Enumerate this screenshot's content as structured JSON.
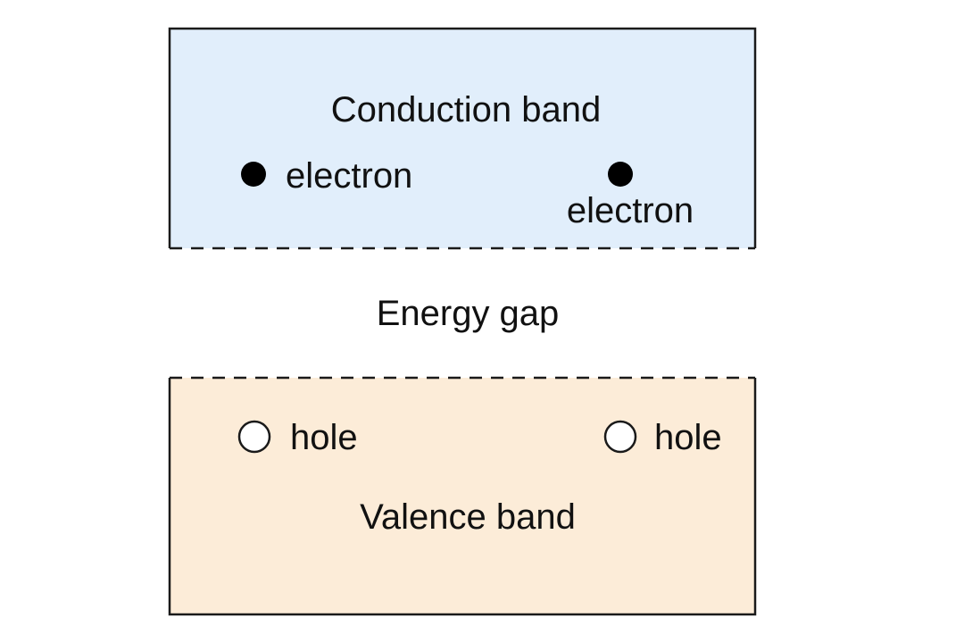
{
  "colors": {
    "conduction_fill": "#e1eefb",
    "valence_fill": "#fcecd8",
    "stroke": "#1a1a1a",
    "electron": "#000000",
    "hole_fill": "#ffffff"
  },
  "conduction_band": {
    "title": "Conduction band",
    "electrons": [
      {
        "label": "electron"
      },
      {
        "label": "electron"
      }
    ]
  },
  "energy_gap": {
    "label": "Energy gap"
  },
  "valence_band": {
    "title": "Valence band",
    "holes": [
      {
        "label": "hole"
      },
      {
        "label": "hole"
      }
    ]
  }
}
